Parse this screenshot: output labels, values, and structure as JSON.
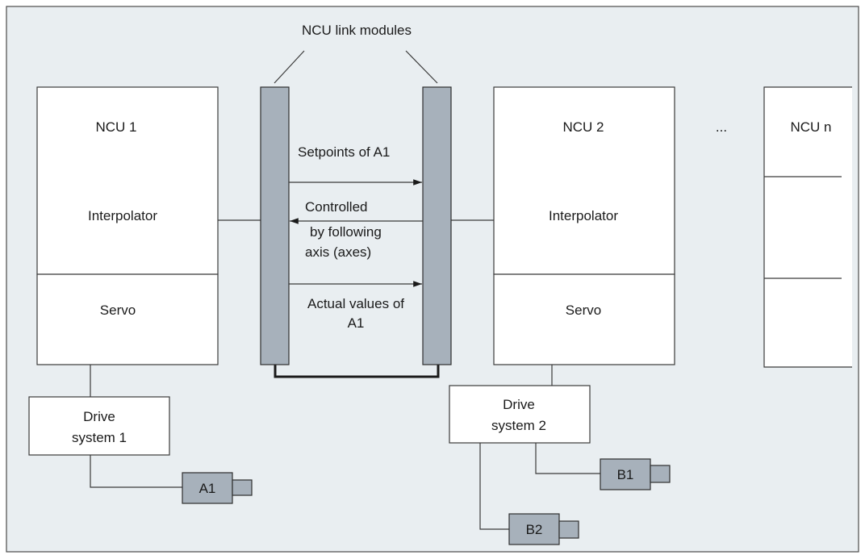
{
  "link_modules_label": "NCU link modules",
  "ncu1": {
    "title": "NCU 1",
    "interpolator": "Interpolator",
    "servo": "Servo"
  },
  "ncu2": {
    "title": "NCU 2",
    "interpolator": "Interpolator",
    "servo": "Servo"
  },
  "ellipsis": "...",
  "ncun": {
    "title": "NCU n"
  },
  "messages": {
    "setpoints": "Setpoints of A1",
    "controlled": [
      "Controlled",
      "by following",
      "axis (axes)"
    ],
    "actual": [
      "Actual values of",
      "A1"
    ]
  },
  "drive1": {
    "lines": [
      "Drive",
      "system 1"
    ]
  },
  "drive2": {
    "lines": [
      "Drive",
      "system 2"
    ]
  },
  "motors": {
    "a1": "A1",
    "b1": "B1",
    "b2": "B2"
  },
  "colors": {
    "background": "#e9eef1",
    "module": "#a7b1bb",
    "line": "#3a3a3a"
  }
}
